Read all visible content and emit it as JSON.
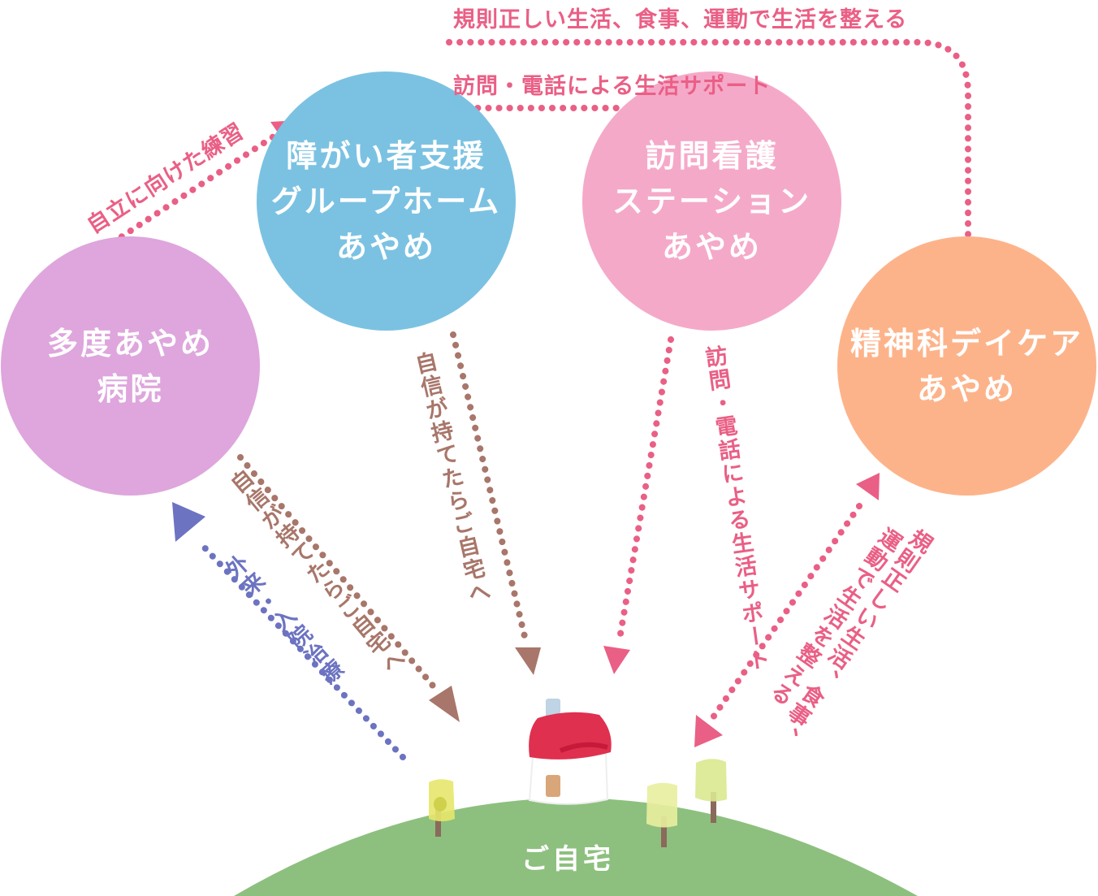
{
  "colors": {
    "hospital": "#dea6dd",
    "group_home": "#7bc2e2",
    "nursing": "#f5a9c9",
    "daycare": "#fdb38a",
    "ground": "#8dc07e",
    "arrow_pink": "#ea5f85",
    "arrow_brown": "#a8766a",
    "arrow_blue": "#6c73c1"
  },
  "nodes": {
    "hospital": {
      "line1": "多度あやめ",
      "line2": "病院"
    },
    "group_home": {
      "line1": "障がい者支援",
      "line2": "グループホーム",
      "line3": "あやめ"
    },
    "nursing": {
      "line1": "訪問看護",
      "line2": "ステーション",
      "line3": "あやめ"
    },
    "daycare": {
      "line1": "精神科デイケア",
      "line2": "あやめ"
    },
    "home": {
      "label": "ご自宅"
    }
  },
  "edges": {
    "top_lifestyle": "規則正しい生活、食事、運動で生活を整える",
    "top_visit": "訪問・電話による生活サポート",
    "independence": "自立に向けた練習",
    "gh_to_home": "自信が持てたらご自宅へ",
    "hospital_to_home": "自信が持てたらご自宅へ",
    "outpatient": "外来・入院治療",
    "nursing_to_home": "訪問・電話による生活サポート",
    "daycare_line1": "規則正しい生活、食事、",
    "daycare_line2": "運動で生活を整える"
  }
}
